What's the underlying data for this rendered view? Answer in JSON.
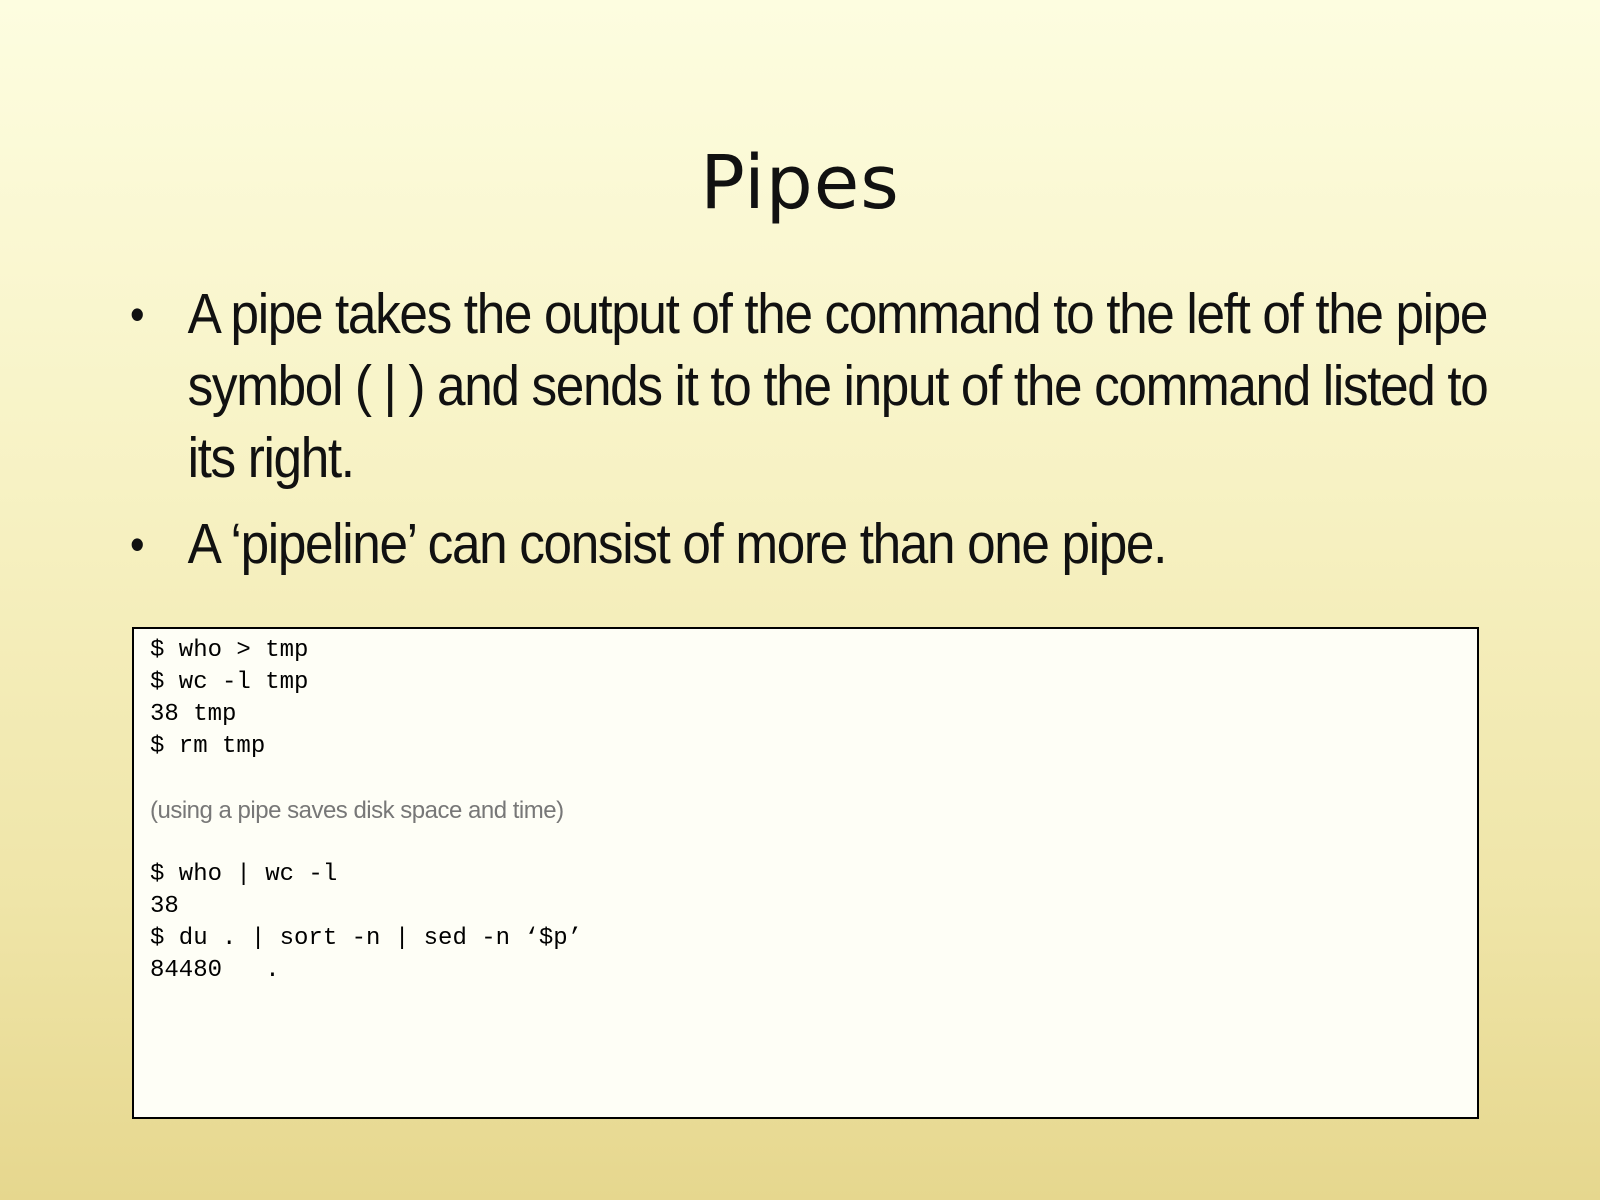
{
  "slide": {
    "title": "Pipes",
    "bullet_symbol": "•",
    "bullets": [
      "A pipe takes the output of the command to the left of the pipe symbol ( | ) and sends it to the input of the command listed to its right.",
      "A ‘pipeline’ can consist of more than one pipe."
    ]
  },
  "code_example": {
    "lines": [
      "$ who > tmp",
      "$ wc -l tmp",
      "38 tmp",
      "$ rm tmp",
      "",
      "(using a pipe saves disk space and time)",
      "",
      "$ who | wc -l",
      "38",
      "$ du . | sort -n | sed -n ‘$p’",
      "84480   ."
    ]
  }
}
